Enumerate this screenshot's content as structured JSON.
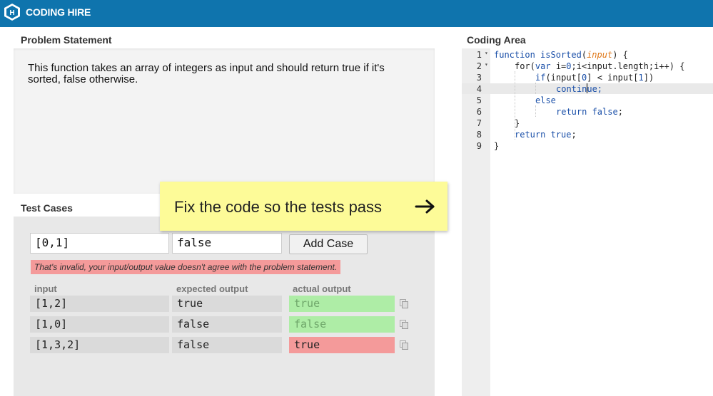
{
  "app": {
    "brand": "CODING HIRE",
    "logo_letter": "H",
    "colors": {
      "header": "#0f74ad",
      "pass": "#aeeda6",
      "fail": "#f49a9a",
      "callout": "#fdfb98"
    }
  },
  "problem": {
    "heading": "Problem Statement",
    "text": "This function takes an array of integers as input and should return true if it's sorted, false otherwise."
  },
  "tests": {
    "heading": "Test Cases",
    "new_input": "[0,1]",
    "new_output": "false",
    "add_button": "Add Case",
    "error": "That's invalid, your input/output value doesn't agree with the problem statement.",
    "columns": [
      "input",
      "expected output",
      "actual output"
    ],
    "rows": [
      {
        "input": "[1,2]",
        "expected": "true",
        "actual": "true",
        "status": "pass"
      },
      {
        "input": "[1,0]",
        "expected": "false",
        "actual": "false",
        "status": "pass"
      },
      {
        "input": "[1,3,2]",
        "expected": "false",
        "actual": "true",
        "status": "fail"
      }
    ]
  },
  "callout": {
    "text": "Fix the code so the tests pass",
    "icon": "right-arrow-icon"
  },
  "editor": {
    "heading": "Coding Area",
    "line_numbers": [
      "1",
      "2",
      "3",
      "4",
      "5",
      "6",
      "7",
      "8",
      "9"
    ],
    "fold_markers": [
      "▾",
      "▾",
      "",
      "",
      "",
      "",
      "",
      "",
      ""
    ],
    "code": {
      "l1": {
        "kw": "function ",
        "name": "isSorted",
        "open": "(",
        "param": "input",
        "close": ") {"
      },
      "l2": {
        "pre": "for(",
        "kw": "var",
        "mid": " i=",
        "num": "0",
        "rest": ";i<input.length;i++) {"
      },
      "l3": {
        "kw": "if",
        "a": "(input[",
        "n1": "0",
        "b": "] < input[",
        "n2": "1",
        "c": "])"
      },
      "l4": {
        "before": "contin",
        "after": "ue;"
      },
      "l5": {
        "kw": "else"
      },
      "l6": {
        "kw": "return ",
        "val": "false",
        "end": ";"
      },
      "l7": {
        "text": "}"
      },
      "l8": {
        "kw": "return ",
        "val": "true",
        "end": ";"
      },
      "l9": {
        "text": "}"
      }
    }
  }
}
